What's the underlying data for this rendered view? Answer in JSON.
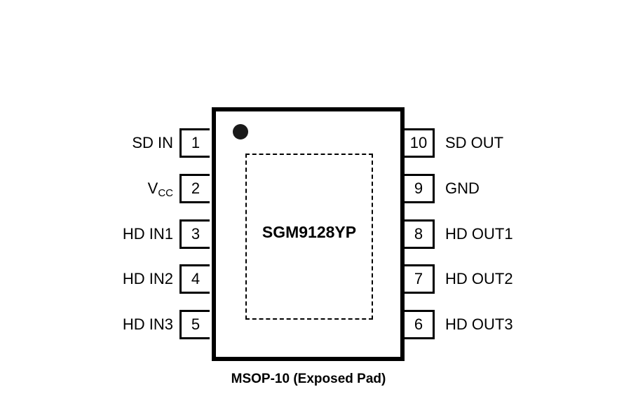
{
  "diagram": {
    "part_number": "SGM9128YP",
    "package_caption": "MSOP-10 (Exposed Pad)",
    "left_pins": [
      {
        "number": "1",
        "name": "SD IN"
      },
      {
        "number": "2",
        "name": "V",
        "name_sub": "CC"
      },
      {
        "number": "3",
        "name": "HD IN1"
      },
      {
        "number": "4",
        "name": "HD IN2"
      },
      {
        "number": "5",
        "name": "HD IN3"
      }
    ],
    "right_pins": [
      {
        "number": "10",
        "name": "SD OUT"
      },
      {
        "number": "9",
        "name": "GND"
      },
      {
        "number": "8",
        "name": "HD OUT1"
      },
      {
        "number": "7",
        "name": "HD OUT2"
      },
      {
        "number": "6",
        "name": "HD OUT3"
      }
    ]
  }
}
